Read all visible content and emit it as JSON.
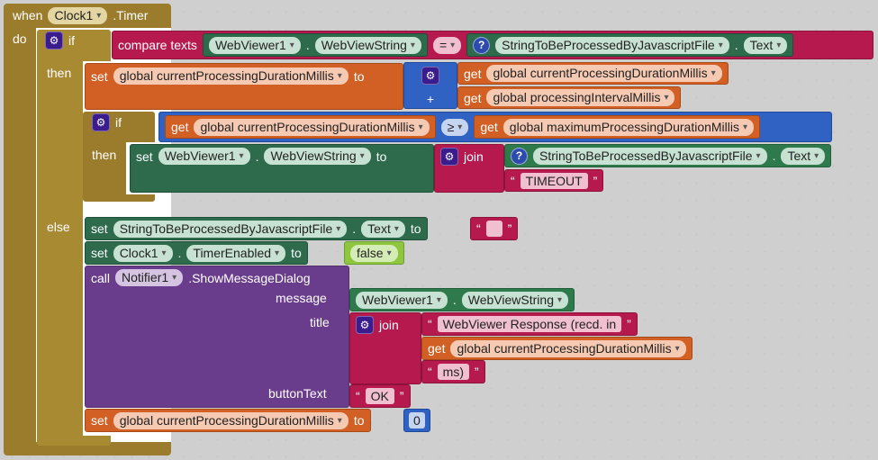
{
  "event": {
    "when": "when",
    "component": "Clock1",
    "event_name": ".Timer",
    "do": "do"
  },
  "labels": {
    "if": "if",
    "then": "then",
    "else": "else",
    "set": "set",
    "to": "to",
    "get": "get",
    "join": "join",
    "call": "call",
    "dot": ".",
    "plus": "+",
    "quote": "“",
    "quote_end": "”"
  },
  "compare": {
    "label": "compare texts",
    "left_component": "WebViewer1",
    "left_property": "WebViewString",
    "op": "="
  },
  "any_component": {
    "component": "StringToBeProcessedByJavascriptFile",
    "property": "Text"
  },
  "vars": {
    "current": "global currentProcessingDurationMillis",
    "interval": "global processingIntervalMillis",
    "maximum": "global maximumProcessingDurationMillis"
  },
  "if2": {
    "op": "≥"
  },
  "then2": {
    "set_component": "WebViewer1",
    "set_property": "WebViewString",
    "timeout_text": "TIMEOUT"
  },
  "else_block": {
    "text_component": "StringToBeProcessedByJavascriptFile",
    "text_property": "Text",
    "clock_component": "Clock1",
    "clock_property": "TimerEnabled",
    "false_value": "false",
    "notifier_component": "Notifier1",
    "method": ".ShowMessageDialog",
    "message_label": "message",
    "title_label": "title",
    "button_label": "buttonText",
    "msg_component": "WebViewer1",
    "msg_property": "WebViewString",
    "title_str1": "WebViewer Response (recd. in",
    "title_str2": "ms)",
    "ok_text": "OK",
    "zero_value": "0"
  },
  "colors": {
    "event": "#9a7c2c",
    "variables": "#d25f23",
    "math": "#2f62c2",
    "components": "#2d6b4c",
    "text": "#b6194d",
    "procedures": "#6a3d8c",
    "logic": "#8ec640"
  }
}
